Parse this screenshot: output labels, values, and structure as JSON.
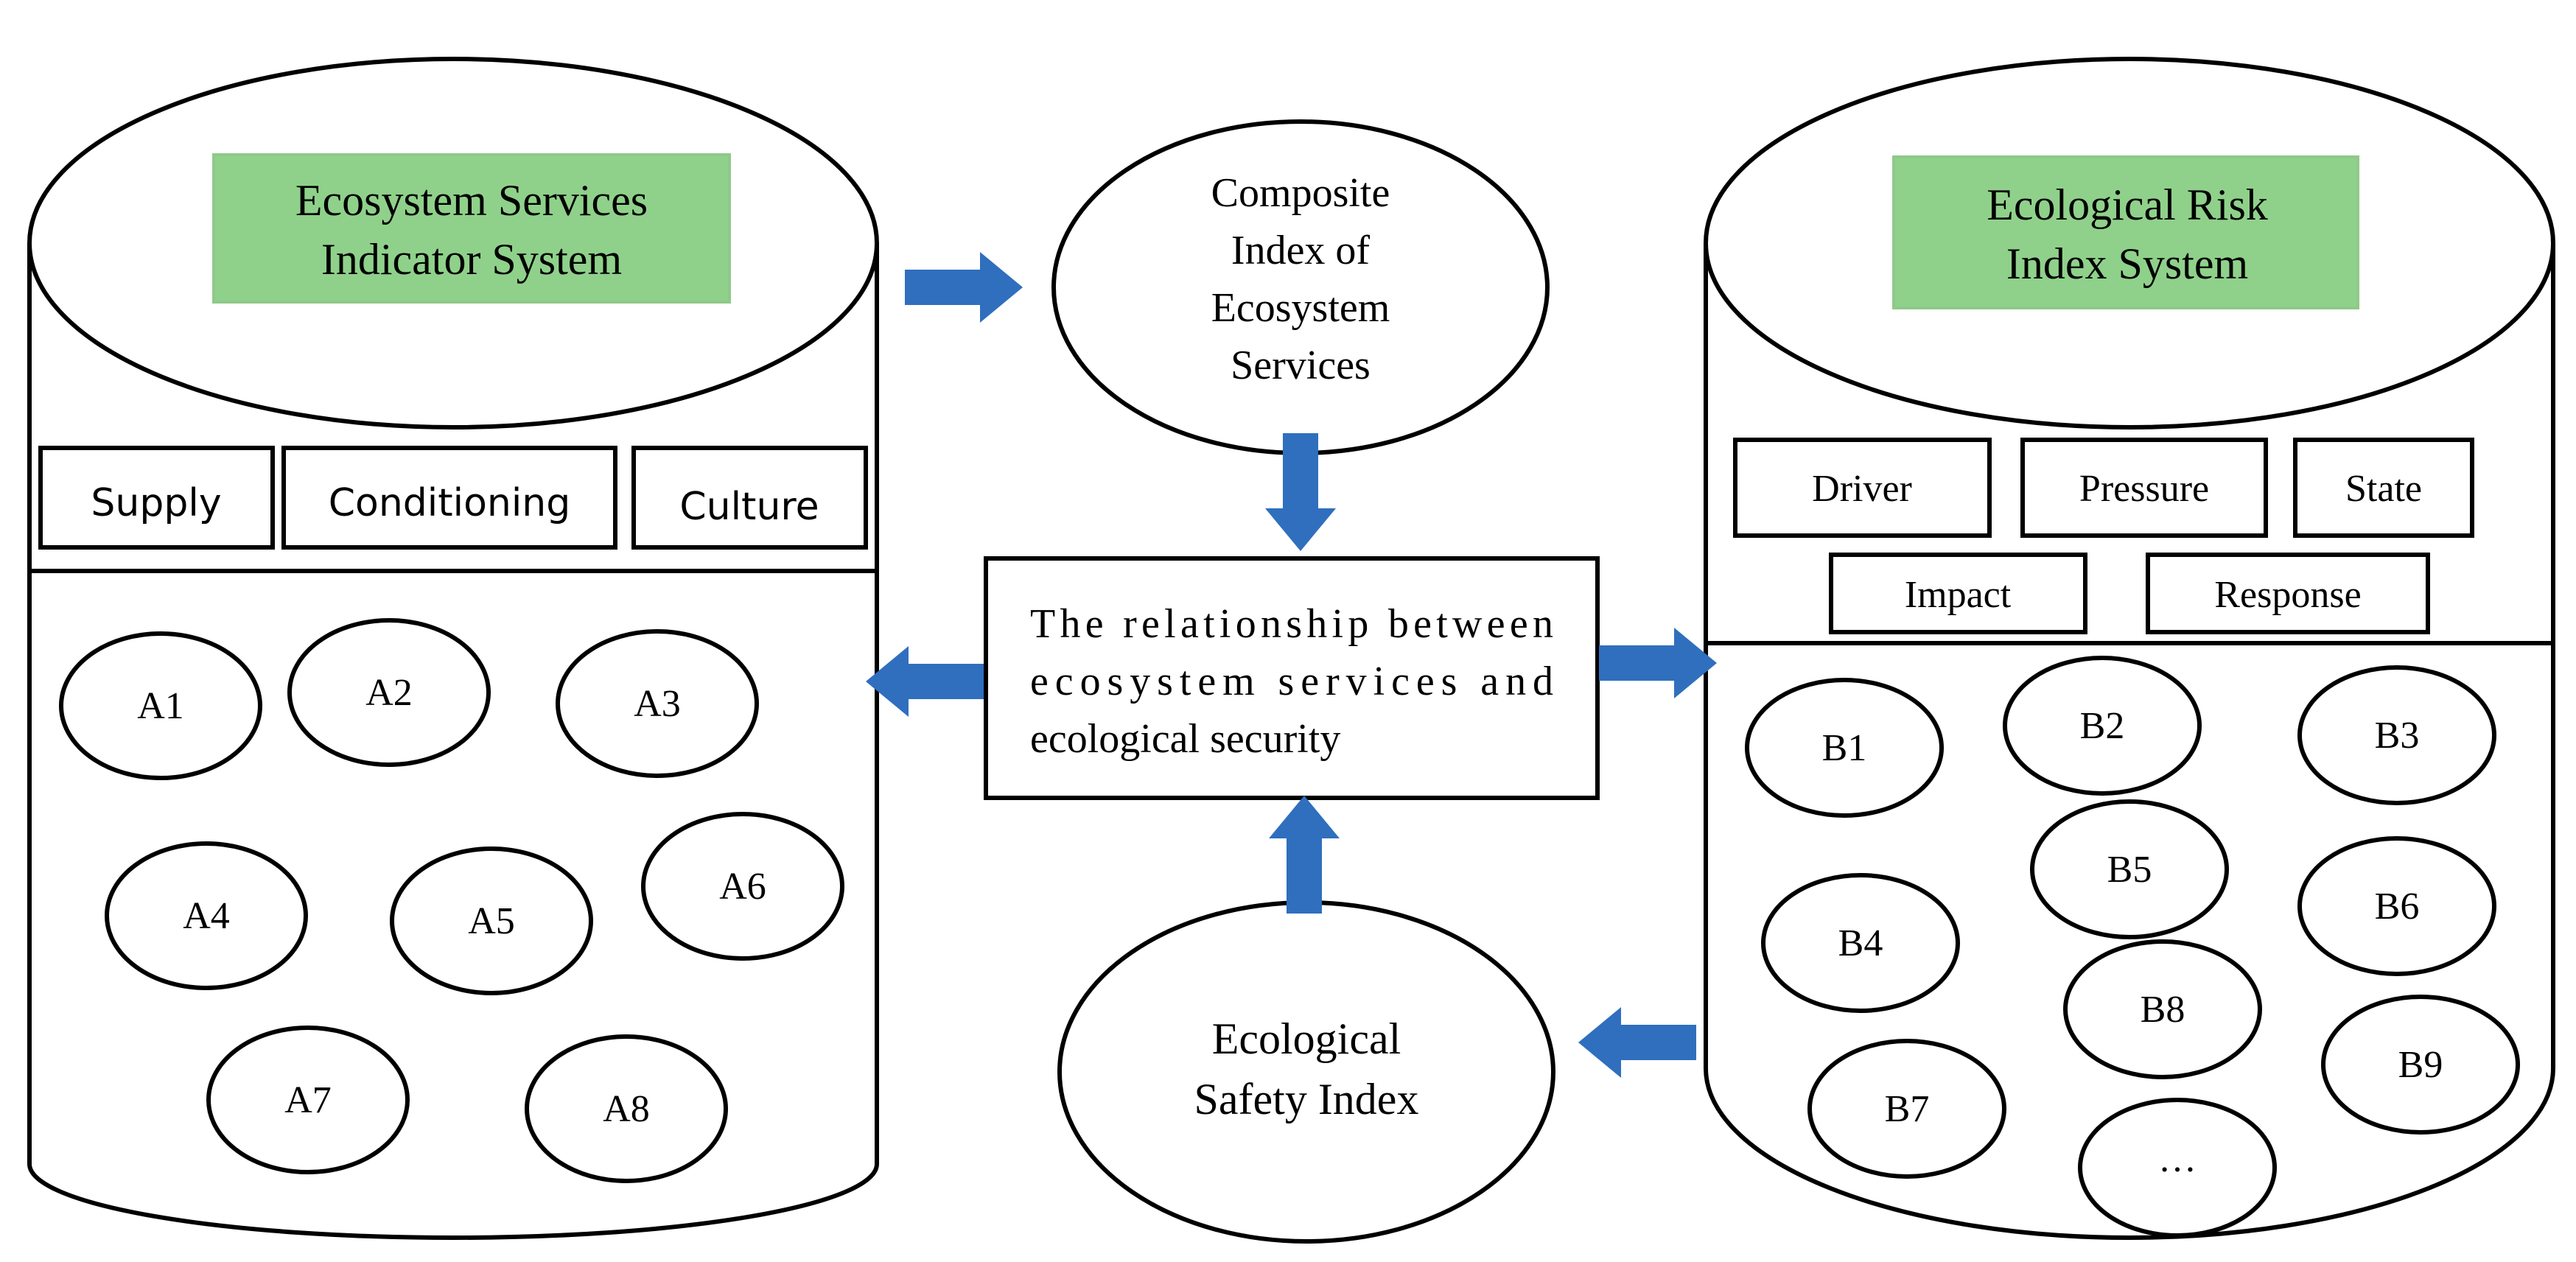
{
  "left": {
    "title_line1": "Ecosystem Services",
    "title_line2": "Indicator System",
    "categories": [
      "Supply",
      "Conditioning",
      "Culture"
    ],
    "items": [
      "A1",
      "A2",
      "A3",
      "A4",
      "A5",
      "A6",
      "A7",
      "A8"
    ]
  },
  "right": {
    "title_line1": "Ecological Risk",
    "title_line2": "Index System",
    "categories": [
      "Driver",
      "Pressure",
      "State",
      "Impact",
      "Response"
    ],
    "items": [
      "B1",
      "B2",
      "B3",
      "B4",
      "B5",
      "B6",
      "B7",
      "B8",
      "B9",
      "…"
    ]
  },
  "center": {
    "composite": [
      "Composite",
      "Index of",
      "Ecosystem",
      "Services"
    ],
    "relationship": [
      "The relationship between",
      "ecosystem services and",
      "ecological security"
    ],
    "safety": [
      "Ecological",
      "Safety Index"
    ]
  },
  "colors": {
    "title_fill": "#8fd18a",
    "title_stroke": "#8fc98a",
    "arrow": "#2f6fbe",
    "stroke": "#000000"
  }
}
